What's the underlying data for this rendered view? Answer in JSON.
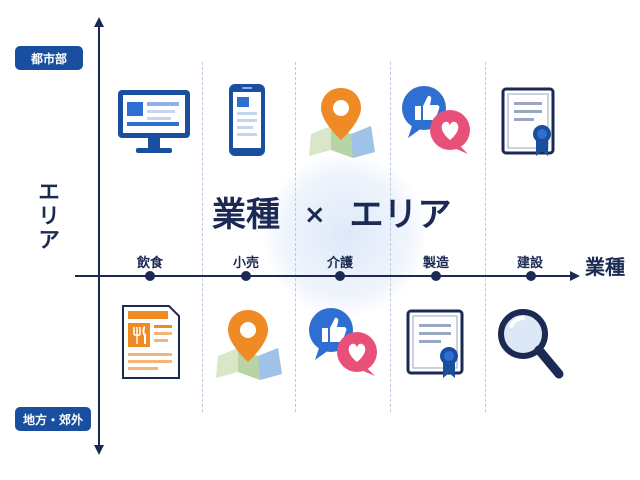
{
  "axes": {
    "y_label": "エリア",
    "x_label": "業種",
    "y_top": "都市部",
    "y_bottom": "地方・郊外"
  },
  "title": {
    "left": "業種",
    "cross": "×",
    "right": "エリア"
  },
  "categories": [
    "飲食",
    "小売",
    "介護",
    "製造",
    "建設"
  ],
  "top_icons": [
    "desktop-monitor-icon",
    "smartphone-icon",
    "map-pin-icon",
    "like-heart-bubbles-icon",
    "certificate-icon"
  ],
  "bottom_icons": [
    "restaurant-menu-icon",
    "map-pin-icon",
    "like-heart-bubbles-icon",
    "certificate-icon",
    "magnifier-icon"
  ],
  "colors": {
    "navy": "#1b2a52",
    "badge_blue": "#1a4fa0",
    "accent_orange": "#f08a24",
    "like_blue": "#2f6fd1",
    "heart_pink": "#e8507a"
  }
}
